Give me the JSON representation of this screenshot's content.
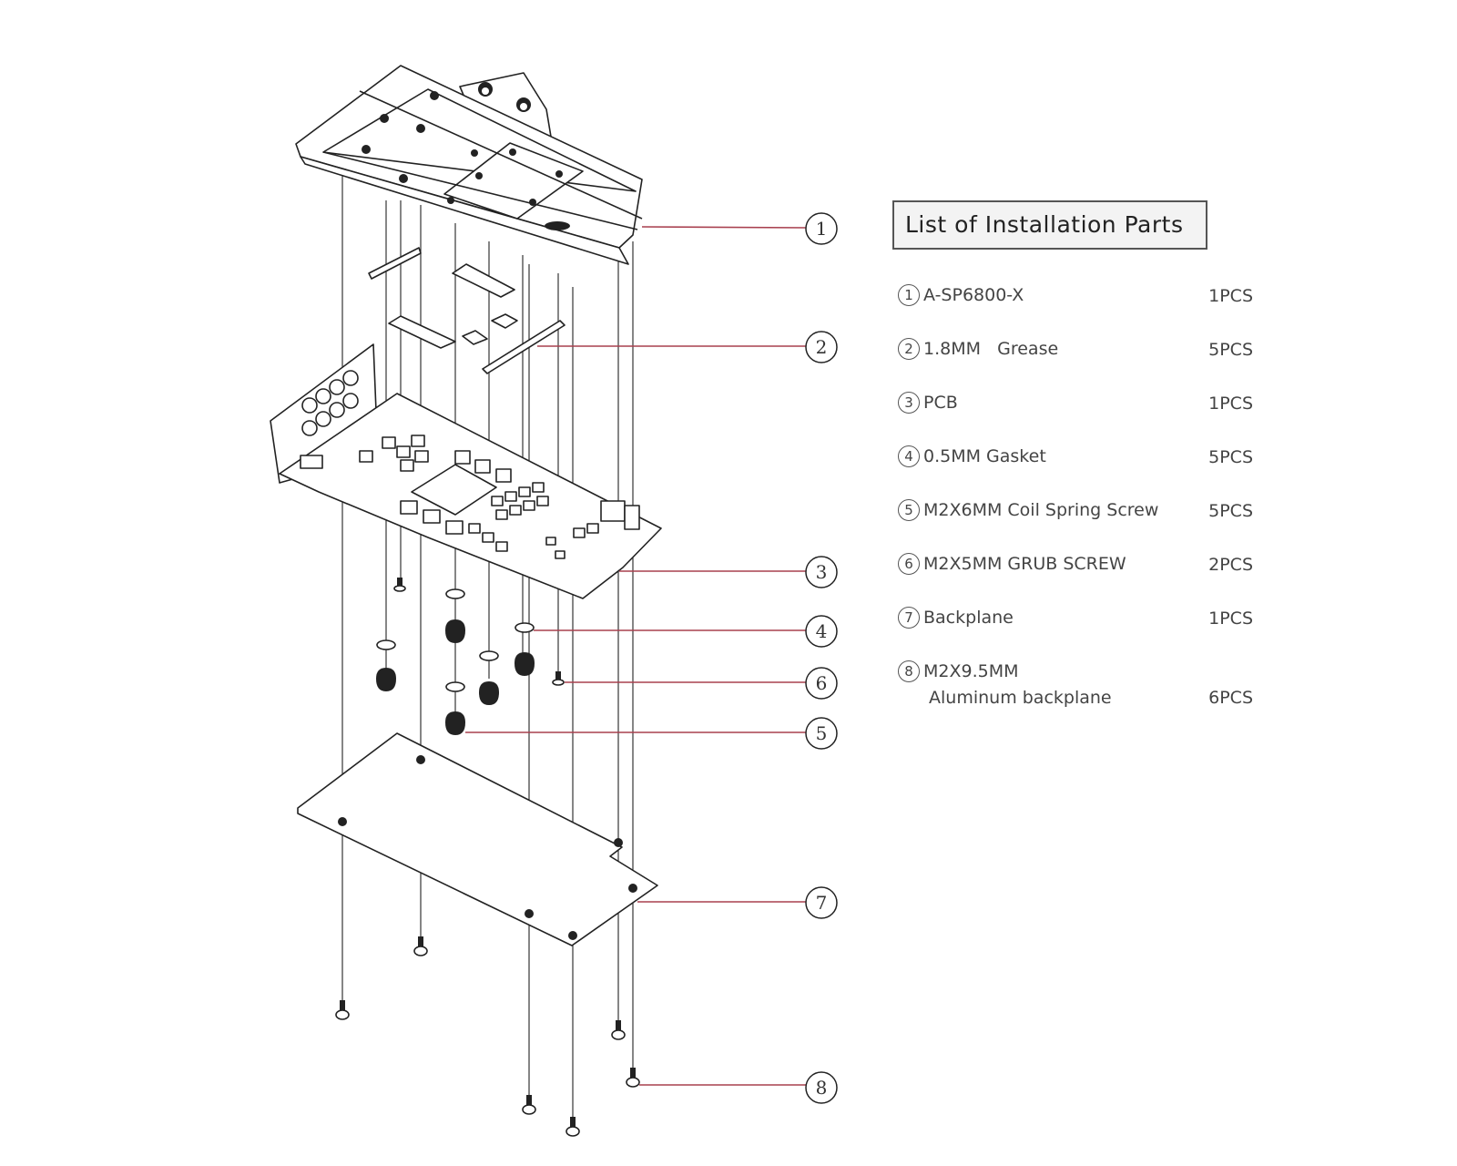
{
  "panel": {
    "title": "List of Installation Parts"
  },
  "parts": [
    {
      "num": "1",
      "name": "A-SP6800-X",
      "qty": "1PCS"
    },
    {
      "num": "2",
      "name": "1.8MM   Grease",
      "qty": "5PCS"
    },
    {
      "num": "3",
      "name": "PCB",
      "qty": "1PCS"
    },
    {
      "num": "4",
      "name": "0.5MM Gasket",
      "qty": "5PCS"
    },
    {
      "num": "5",
      "name": "M2X6MM Coil Spring Screw",
      "qty": "5PCS"
    },
    {
      "num": "6",
      "name": "M2X5MM GRUB SCREW",
      "qty": "2PCS"
    },
    {
      "num": "7",
      "name": "Backplane",
      "qty": "1PCS"
    },
    {
      "num": "8",
      "name": "M2X9.5MM",
      "sub": "Aluminum backplane",
      "qty": "6PCS"
    }
  ],
  "callouts": [
    "1",
    "2",
    "3",
    "4",
    "6",
    "5",
    "7",
    "8"
  ],
  "colors": {
    "leader": "#a8404f",
    "ink": "#222222",
    "panel_bg": "#f3f3f3"
  }
}
